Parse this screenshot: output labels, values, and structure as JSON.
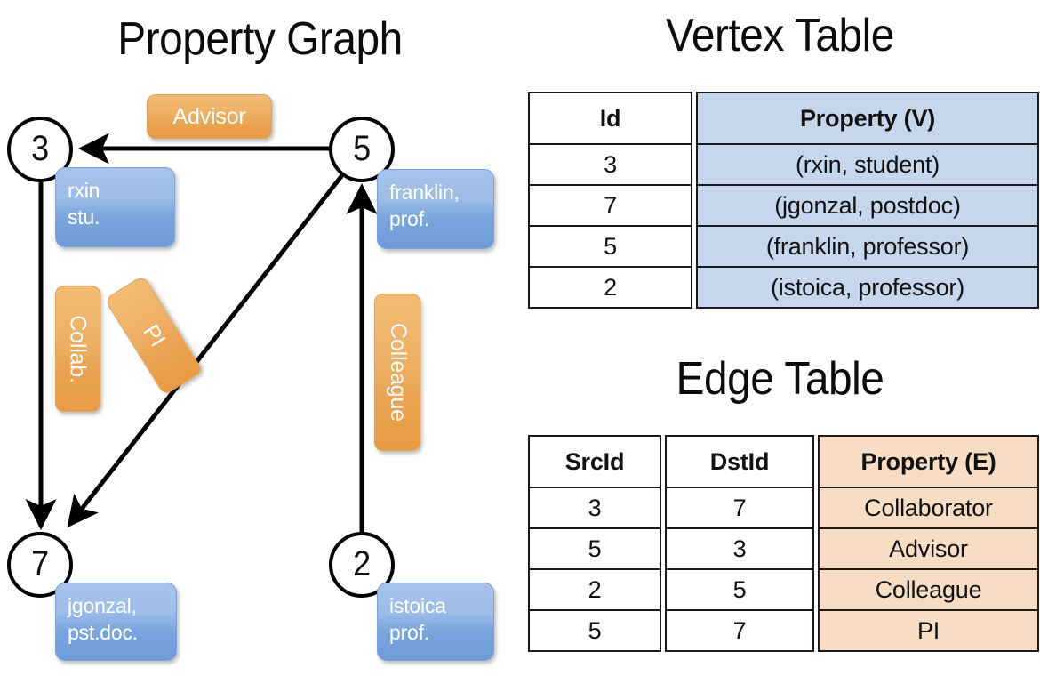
{
  "titles": {
    "property_graph": "Property Graph",
    "vertex_table": "Vertex Table",
    "edge_table": "Edge Table"
  },
  "colors": {
    "vertex_property_fill": "#c6d6ec",
    "edge_property_fill": "#f6ddc4",
    "vertex_box_blue": "#7ba5dd",
    "edge_label_orange": "#eca954",
    "stroke": "#000000"
  },
  "graph": {
    "nodes": [
      {
        "id": "3",
        "property_lines": "rxin\nstu."
      },
      {
        "id": "5",
        "property_lines": "franklin,\nprof."
      },
      {
        "id": "7",
        "property_lines": "jgonzal,\npst.doc."
      },
      {
        "id": "2",
        "property_lines": "istoica\nprof."
      }
    ],
    "edge_labels": [
      {
        "name": "advisor",
        "text": "Advisor",
        "orientation": "horizontal"
      },
      {
        "name": "collab",
        "text": "Collab.",
        "orientation": "vertical-cw"
      },
      {
        "name": "pi",
        "text": "PI",
        "orientation": "vertical-cw-tilted"
      },
      {
        "name": "colleague",
        "text": "Colleague",
        "orientation": "vertical-cw"
      }
    ]
  },
  "vertex_table": {
    "headers": {
      "id": "Id",
      "property": "Property (V)"
    },
    "rows": [
      {
        "id": "3",
        "property": "(rxin, student)"
      },
      {
        "id": "7",
        "property": "(jgonzal, postdoc)"
      },
      {
        "id": "5",
        "property": "(franklin, professor)"
      },
      {
        "id": "2",
        "property": "(istoica, professor)"
      }
    ]
  },
  "edge_table": {
    "headers": {
      "src": "SrcId",
      "dst": "DstId",
      "property": "Property (E)"
    },
    "rows": [
      {
        "src": "3",
        "dst": "7",
        "property": "Collaborator"
      },
      {
        "src": "5",
        "dst": "3",
        "property": "Advisor"
      },
      {
        "src": "2",
        "dst": "5",
        "property": "Colleague"
      },
      {
        "src": "5",
        "dst": "7",
        "property": "PI"
      }
    ]
  }
}
